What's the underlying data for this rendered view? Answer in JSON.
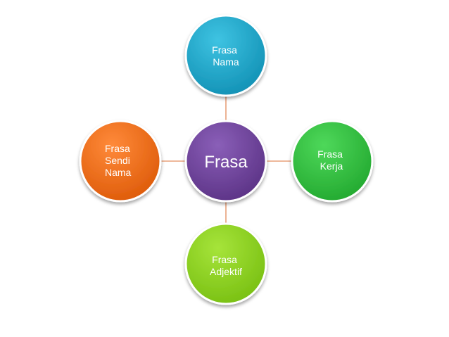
{
  "diagram": {
    "center": {
      "label": "Frasa",
      "color": "#6a3f97"
    },
    "nodes": [
      {
        "id": "top",
        "lines": [
          "Frasa",
          "Nama"
        ],
        "color": "#1aa6c9"
      },
      {
        "id": "right",
        "lines": [
          "Frasa",
          "Kerja"
        ],
        "color": "#2ec23c"
      },
      {
        "id": "bottom",
        "lines": [
          "Frasa",
          "Adjektif"
        ],
        "color": "#8dd11c"
      },
      {
        "id": "left",
        "lines": [
          "Frasa",
          "Sendi",
          "Nama"
        ],
        "color": "#f26b12"
      }
    ],
    "connector_color": "#e8a07a"
  }
}
